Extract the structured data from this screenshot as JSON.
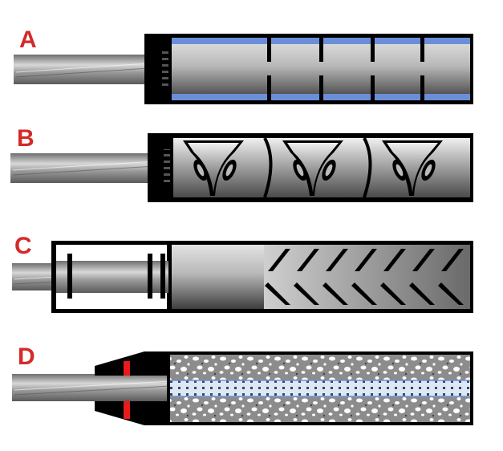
{
  "panels": [
    {
      "label": "A",
      "design": "baffle-tube"
    },
    {
      "label": "B",
      "design": "cone-baffle"
    },
    {
      "label": "C",
      "design": "slanted-vent"
    },
    {
      "label": "D",
      "design": "porous-core"
    }
  ],
  "colors": {
    "label": "#d42a2a",
    "frame": "#000000",
    "liner": "#6a8fd8",
    "seal": "#e81a1a",
    "core": "#dfe8f2",
    "dot": "#2b4a7a"
  }
}
